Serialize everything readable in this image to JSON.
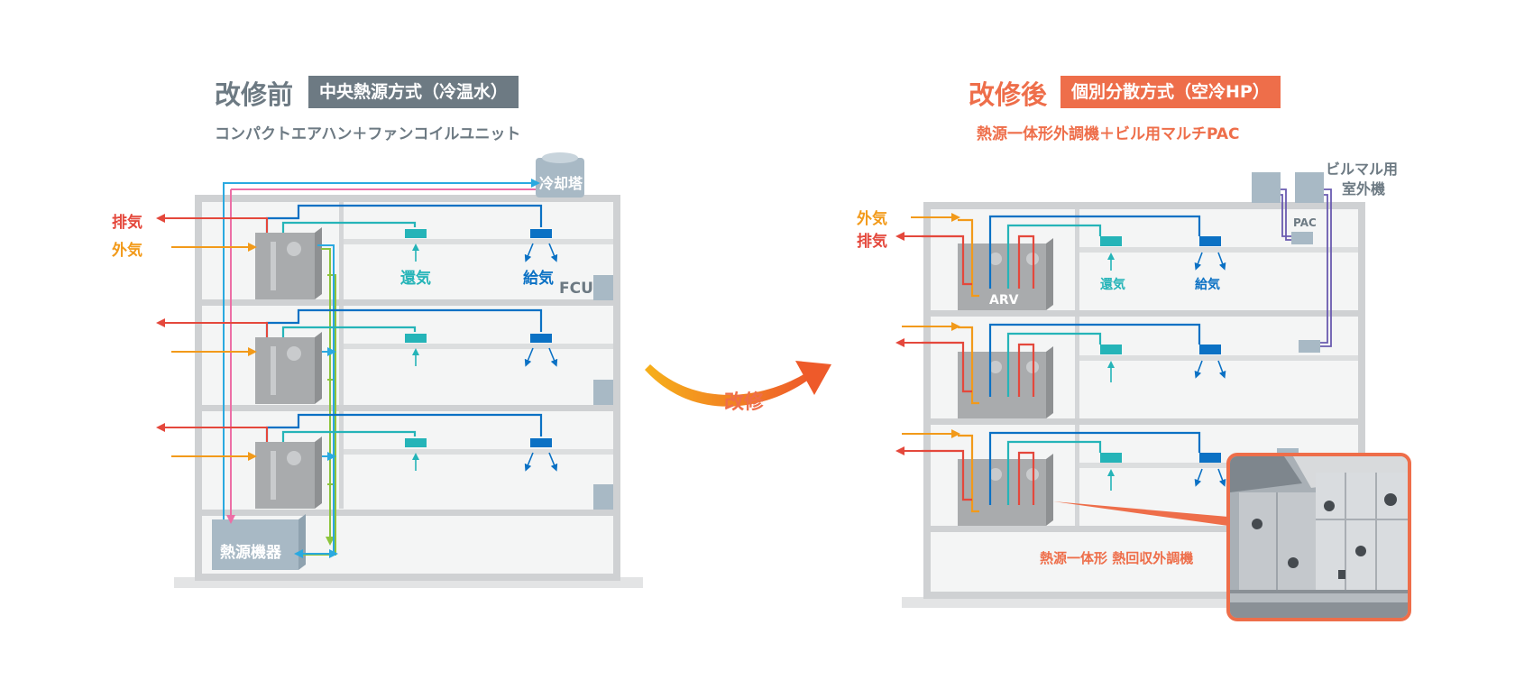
{
  "before": {
    "title": "改修前",
    "badge": "中央熱源方式（冷温水）",
    "subtitle": "コンパクトエアハン＋ファンコイルユニット",
    "labels": {
      "exhaust": "排気",
      "outside_air": "外気",
      "return_air": "還気",
      "supply_air": "給気",
      "fcu": "FCU",
      "cooling_tower": "冷却塔",
      "heat_source": "熱源機器"
    }
  },
  "after": {
    "title": "改修後",
    "badge": "個別分散方式（空冷HP）",
    "subtitle": "熱源一体形外調機＋ビル用マルチPAC",
    "labels": {
      "outside_air": "外気",
      "exhaust": "排気",
      "return_air": "還気",
      "supply_air": "給気",
      "arv": "ARV",
      "pac": "PAC",
      "outdoor_unit_line1": "ビルマル用",
      "outdoor_unit_line2": "室外機",
      "callout": "熱源一体形 熱回収外調機"
    }
  },
  "transition_label": "改修",
  "colors": {
    "accent_orange": "#ee6e4a",
    "badge_gray": "#6d7a83",
    "exhaust_red": "#e4483c",
    "outside_orange": "#f29a1a",
    "return_teal": "#25b4b8",
    "supply_blue": "#0b71c4",
    "pipe_green": "#8cc43c",
    "pipe_pink": "#ec6fa6",
    "pipe_cyan": "#2aa9e0",
    "refrigerant_purple": "#6a5bb0"
  }
}
